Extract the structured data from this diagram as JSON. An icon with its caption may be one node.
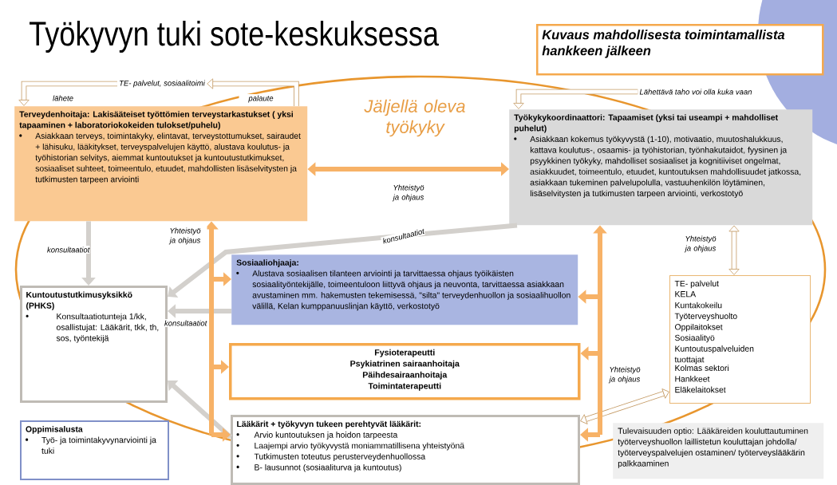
{
  "diagram": {
    "title": "Työkyvyn tuki sote-keskuksessa",
    "nodes": [
      {
        "text": [
          "Kuvaus mahdollisesta toimintamallista hankkeen jälkeen"
        ]
      },
      {
        "text": [
          "TE- palvelut, sosiaalitoimi"
        ]
      },
      {
        "text": [
          "Terveydenhoitaja: Lakisääteiset työttömien terveystarkastukset ( yksi tapaaminen + laboratoriokokeiden tulokset/puhelu)",
          "Asiakkaan terveys, toimintakyky, elintavat, terveystottumukset, sairaudet + lähisuku, lääkitykset, terveyspalvelujen käyttö, alustava koulutus- ja työhistorian selvitys, aiemmat kuntoutukset ja kuntoutustutkimukset, sosiaaliset suhteet, toimeentulo, etuudet, mahdollisten lisäselvitysten ja tutkimusten tarpeen arviointi"
        ]
      },
      {
        "text": [
          "Työkykykoordinaattori: Tapaamiset (yksi tai useampi + mahdolliset puhelut)",
          "Asiakkaan kokemus työkyvystä (1-10), motivaatio, muutoshalukkuus, kattava koulutus-, osaamis- ja työhistorian, työnhakutaidot, fyysinen ja psyykkinen työkyky, mahdolliset sosiaaliset ja kognitiiviset ongelmat, asiakkuudet, toimeentulo, etuudet, kuntoutuksen mahdollisuudet jatkossa, asiakkaan tukeminen palvelupolulla, vastuuhenkilön löytäminen, lisäselvitysten ja tutkimusten tarpeen arviointi, verkostotyö"
        ]
      },
      {
        "text": [
          "Lähettävä taho voi olla kuka vaan"
        ]
      },
      {
        "text": [
          "Kuntoutustutkimusyksikkö (PHKS)",
          "Konsultaatiotunteja 1/kk, osallistujat: Lääkärit, tkk, th, sos, työntekijä"
        ]
      },
      {
        "text": [
          "Sosiaaliohjaaja:",
          "Alustava sosiaalisen tilanteen arviointi ja tarvittaessa ohjaus työikäisten sosiaalityöntekijälle, toimeentuloon liittyvä ohjaus ja neuvonta, tarvittaessa asiakkaan avustaminen mm. hakemusten tekemisessä, \"silta\" terveydenhuollon ja sosiaalihuollon välillä, Kelan kumppanuuslinjan käyttö, verkostotyö"
        ]
      },
      {
        "text": [
          "Fysioterapeutti",
          "Psykiatrinen sairaanhoitaja",
          "Päihdesairaanhoitaja",
          "Toimintaterapeutti"
        ]
      },
      {
        "text": [
          "TE- palvelut",
          "KELA",
          "Kuntakokeilu",
          "Työterveyshuolto",
          "Oppilaitokset",
          "Sosiaalityö",
          "Kuntoutuspalveluiden tuottajat",
          "Kolmas sektori",
          "Hankkeet",
          "Eläkelaitokset"
        ]
      },
      {
        "text": [
          "Lääkärit + työkyvyn tukeen perehtyvät lääkärit:",
          "Arvio kuntoutuksen ja hoidon tarpeesta",
          "Laajempi arvio työkyvystä moniammatillisena yhteistyönä",
          "Tutkimusten toteutus perusterveydenhuollossa",
          "B- lausunnot (sosiaaliturva ja kuntoutus)"
        ]
      },
      {
        "text": [
          "Oppimisalusta",
          "Työ- ja toimintakyvynarviointi ja tuki"
        ]
      },
      {
        "text": [
          "Tulevaisuuden optio: Lääkäreiden kouluttautuminen työterveyshuollon laillistetun kouluttajan johdolla/ työterveyspalvelujen ostaminen/ työterveyslääkärin palkkaaminen"
        ]
      }
    ],
    "edges": [
      {
        "from": 1,
        "to": 2,
        "arrow": "to",
        "label": "lähete",
        "color": "#c49a64"
      },
      {
        "from": 2,
        "to": 1,
        "arrow": "to",
        "label": "palaute",
        "color": "#c49a64"
      },
      {
        "from": 4,
        "to": 3,
        "arrow": "to",
        "color": "#c49a64"
      },
      {
        "from": 2,
        "to": 3,
        "arrow": "both",
        "label": "Yhteistyö ja ohjaus"
      },
      {
        "from": 2,
        "to": 5,
        "arrow": "to",
        "color": "#d3d0cc",
        "label": "konsultaatiot"
      },
      {
        "from": 3,
        "to": 5,
        "arrow": "to",
        "color": "#d3d0cc",
        "label": "konsultaatiot"
      },
      {
        "from": 6,
        "to": 5,
        "arrow": "to",
        "color": "#d3d0cc",
        "label": "konsultaatiot"
      },
      {
        "from": 9,
        "to": 5,
        "arrow": "to",
        "color": "#d3d0cc"
      },
      {
        "from": 2,
        "to": 6,
        "arrow": "both",
        "label": "Yhteistyö ja ohjaus"
      },
      {
        "from": 2,
        "to": 7,
        "arrow": "both"
      },
      {
        "from": 2,
        "to": 9,
        "arrow": "both"
      },
      {
        "from": 3,
        "to": 6,
        "arrow": "both"
      },
      {
        "from": 3,
        "to": 7,
        "arrow": "both"
      },
      {
        "from": 3,
        "to": 9,
        "arrow": "both"
      },
      {
        "from": 3,
        "to": 8,
        "arrow": "both",
        "label": "Yhteistyö ja ohjaus",
        "color": "#c49a64"
      },
      {
        "from": 8,
        "to": 9,
        "arrow": "both",
        "label": "Yhteistyö ja ohjaus",
        "color": "#c49a64"
      }
    ],
    "labels": [
      "Jäljellä oleva työkyky"
    ]
  }
}
